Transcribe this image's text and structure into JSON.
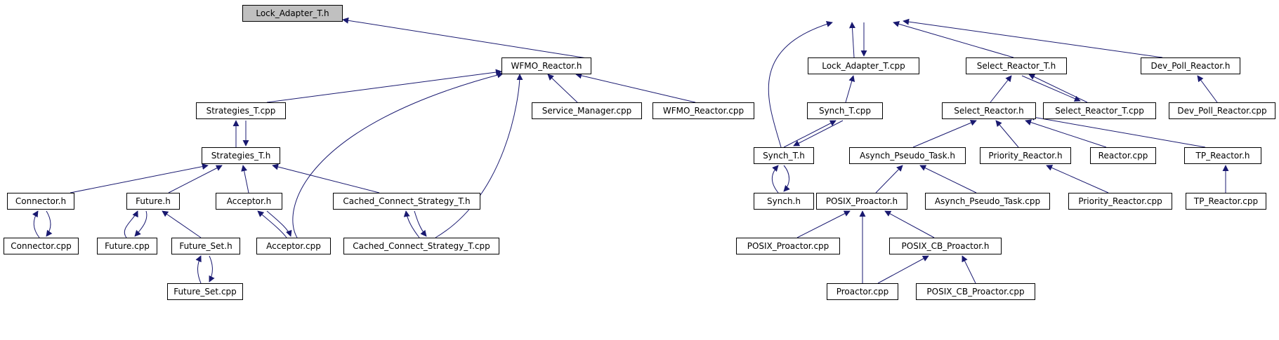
{
  "colors": {
    "edge": "#191970",
    "node_border": "#000000",
    "root_fill": "#c0c0c0"
  },
  "nodes": {
    "lock_adapter_h": "Lock_Adapter_T.h",
    "wfmo_reactor_h": "WFMO_Reactor.h",
    "lock_adapter_cpp": "Lock_Adapter_T.cpp",
    "select_reactor_t_h": "Select_Reactor_T.h",
    "dev_poll_reactor_h": "Dev_Poll_Reactor.h",
    "strategies_t_cpp": "Strategies_T.cpp",
    "service_manager_cpp": "Service_Manager.cpp",
    "wfmo_reactor_cpp": "WFMO_Reactor.cpp",
    "synch_t_cpp": "Synch_T.cpp",
    "select_reactor_h": "Select_Reactor.h",
    "select_reactor_t_cpp": "Select_Reactor_T.cpp",
    "dev_poll_reactor_cpp": "Dev_Poll_Reactor.cpp",
    "strategies_t_h": "Strategies_T.h",
    "synch_t_h": "Synch_T.h",
    "asynch_pseudo_task_h": "Asynch_Pseudo_Task.h",
    "priority_reactor_h": "Priority_Reactor.h",
    "reactor_cpp": "Reactor.cpp",
    "tp_reactor_h": "TP_Reactor.h",
    "connector_h": "Connector.h",
    "future_h": "Future.h",
    "acceptor_h": "Acceptor.h",
    "cached_connect_h": "Cached_Connect_Strategy_T.h",
    "synch_h": "Synch.h",
    "posix_proactor_h": "POSIX_Proactor.h",
    "asynch_pseudo_task_cpp": "Asynch_Pseudo_Task.cpp",
    "priority_reactor_cpp": "Priority_Reactor.cpp",
    "tp_reactor_cpp": "TP_Reactor.cpp",
    "connector_cpp": "Connector.cpp",
    "future_cpp": "Future.cpp",
    "future_set_h": "Future_Set.h",
    "acceptor_cpp": "Acceptor.cpp",
    "cached_connect_cpp": "Cached_Connect_Strategy_T.cpp",
    "posix_proactor_cpp": "POSIX_Proactor.cpp",
    "posix_cb_proactor_h": "POSIX_CB_Proactor.h",
    "future_set_cpp": "Future_Set.cpp",
    "proactor_cpp": "Proactor.cpp",
    "posix_cb_proactor_cpp": "POSIX_CB_Proactor.cpp"
  }
}
